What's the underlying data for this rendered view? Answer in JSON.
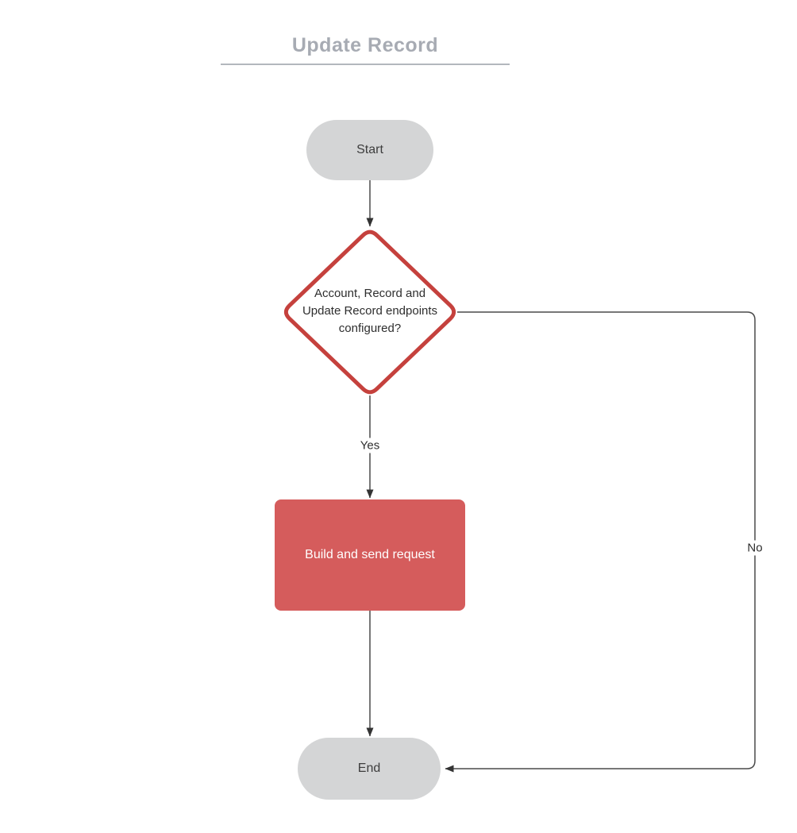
{
  "diagram": {
    "title": "Update Record",
    "nodes": {
      "start": {
        "label": "Start",
        "shape": "terminator",
        "fill": "#d4d5d6"
      },
      "decision": {
        "shape": "decision",
        "line1": "Account, Record and",
        "line2": "Update Record endpoints",
        "line3": "configured?",
        "stroke": "#c5413d",
        "fill": "#ffffff"
      },
      "process": {
        "label": "Build and send request",
        "shape": "process",
        "fill": "#d55c5c",
        "text_color": "#ffffff"
      },
      "end": {
        "label": "End",
        "shape": "terminator",
        "fill": "#d4d5d6"
      }
    },
    "labels": {
      "yes": "Yes",
      "no": "No"
    },
    "edges": [
      {
        "from": "start",
        "to": "decision",
        "label": ""
      },
      {
        "from": "decision",
        "to": "process",
        "label": "Yes"
      },
      {
        "from": "process",
        "to": "end",
        "label": ""
      },
      {
        "from": "decision",
        "to": "end",
        "label": "No"
      }
    ],
    "colors": {
      "title_text": "#a7abb3",
      "title_rule": "#b3b7bd",
      "terminator_fill": "#d4d5d6",
      "node_text": "#3d3d3d",
      "decision_stroke": "#c5413d",
      "process_fill": "#d55c5c",
      "process_text": "#ffffff",
      "connector": "#4a4a4a",
      "arrowhead": "#333333"
    }
  }
}
